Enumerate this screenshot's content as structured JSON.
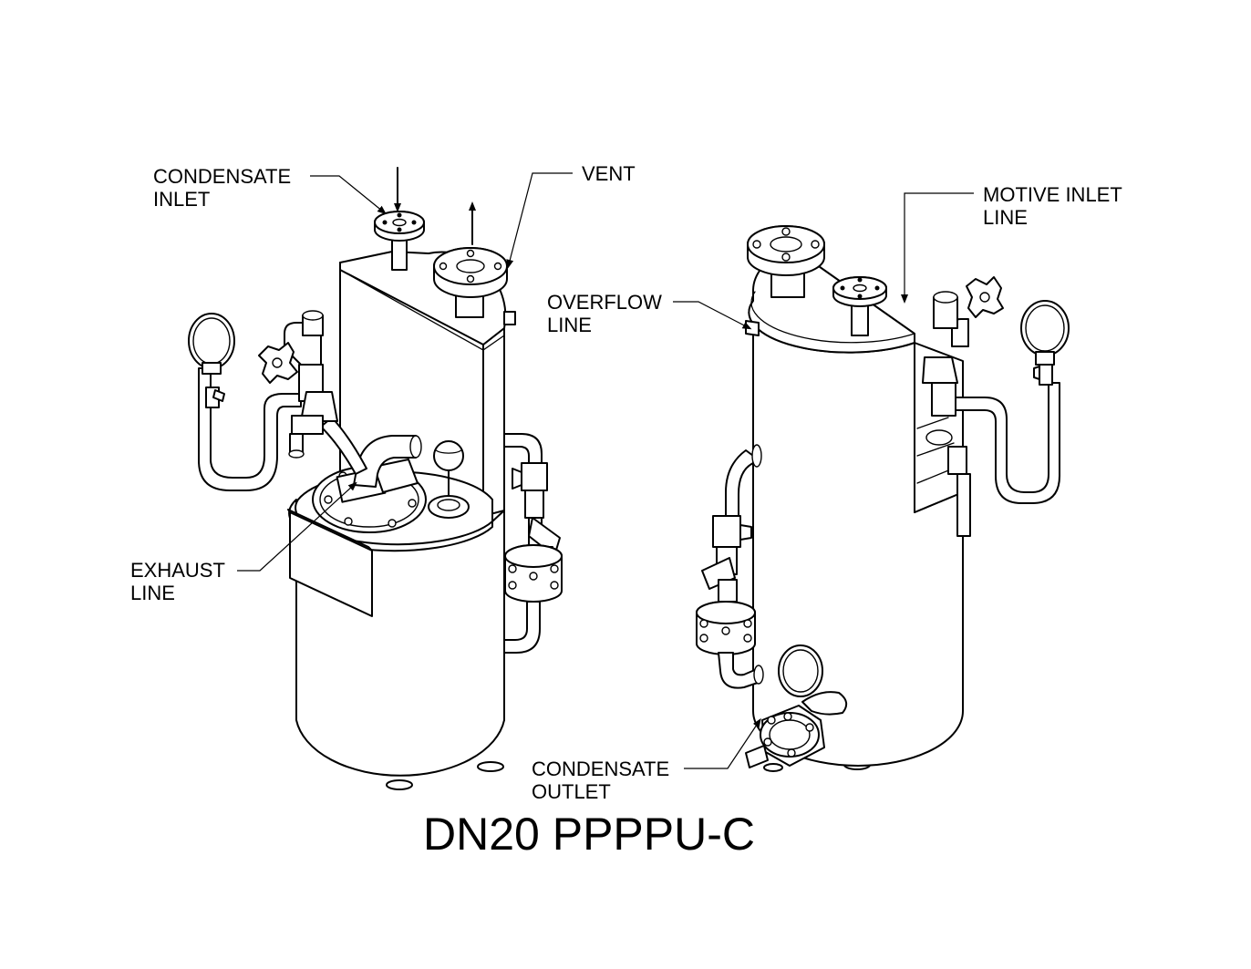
{
  "labels": {
    "condensate_inlet": [
      "CONDENSATE",
      "INLET"
    ],
    "vent": [
      "VENT"
    ],
    "exhaust_line": [
      "EXHAUST",
      "LINE"
    ],
    "motive_inlet_line": [
      "MOTIVE INLET",
      "LINE"
    ],
    "overflow_line": [
      "OVERFLOW",
      "LINE"
    ],
    "condensate_outlet": [
      "CONDENSATE",
      "OUTLET"
    ]
  },
  "title": "DN20 PPPPU-C",
  "colors": {
    "line": "#000000",
    "background": "#ffffff"
  }
}
